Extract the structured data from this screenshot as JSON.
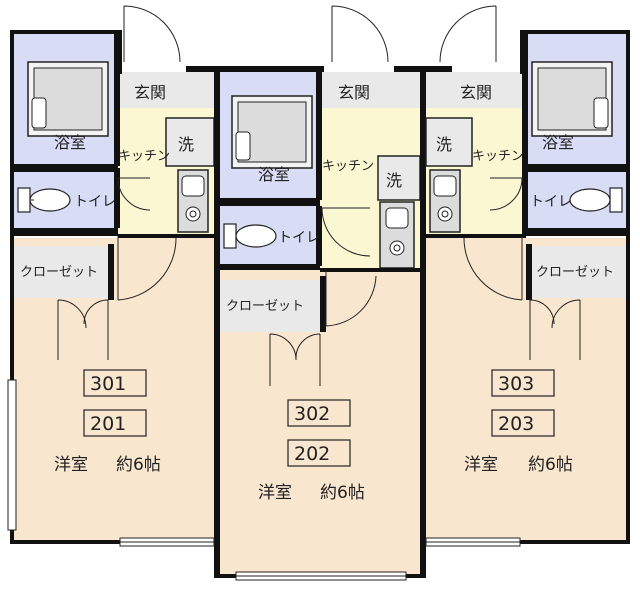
{
  "units": [
    {
      "room_numbers": [
        "301",
        "201"
      ],
      "rooms": {
        "genkan": "玄関",
        "bath": "浴室",
        "kitchen": "キッチン",
        "wash": "洗",
        "toilet": "トイレ",
        "closet": "クローゼット",
        "western": "洋室",
        "size": "約6帖"
      }
    },
    {
      "room_numbers": [
        "302",
        "202"
      ],
      "rooms": {
        "genkan": "玄関",
        "bath": "浴室",
        "kitchen": "キッチン",
        "wash": "洗",
        "toilet": "トイレ",
        "closet": "クローゼット",
        "western": "洋室",
        "size": "約6帖"
      }
    },
    {
      "room_numbers": [
        "303",
        "203"
      ],
      "rooms": {
        "genkan": "玄関",
        "bath": "浴室",
        "kitchen": "キッチン",
        "wash": "洗",
        "toilet": "トイレ",
        "closet": "クローゼット",
        "western": "洋室",
        "size": "約6帖"
      }
    }
  ],
  "colors": {
    "western": "#f9e6cf",
    "bath": "#d8dcf4",
    "kitchen": "#fbf7d2",
    "closet": "#e9e9e9",
    "fixture": "#dcdcdc",
    "wall": "#111111"
  }
}
